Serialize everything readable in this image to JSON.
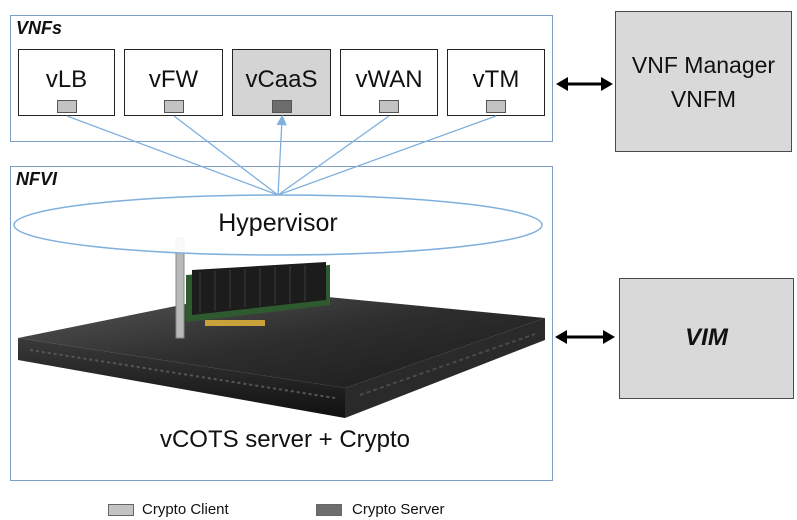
{
  "vnfs": {
    "title": "VNFs",
    "items": [
      {
        "label": "vLB",
        "chip": "Crypto Client"
      },
      {
        "label": "vFW",
        "chip": "Crypto Client"
      },
      {
        "label": "vCaaS",
        "chip": "Crypto Server"
      },
      {
        "label": "vWAN",
        "chip": "Crypto Client"
      },
      {
        "label": "vTM",
        "chip": "Crypto Client"
      }
    ]
  },
  "nfvi": {
    "title": "NFVI",
    "hypervisor": "Hypervisor",
    "server_caption": "vCOTS server + Crypto"
  },
  "vnfm": {
    "line1": "VNF Manager",
    "line2": "VNFM"
  },
  "vim": {
    "label": "VIM"
  },
  "legend": {
    "client": {
      "label": "Crypto Client",
      "color": "#c3c3c3"
    },
    "server": {
      "label": "Crypto Server",
      "color": "#6d6d6d"
    }
  },
  "colors": {
    "frame_border": "#7e9ec4",
    "connector": "#7fb0dc",
    "box_fill": "#d9d9d9"
  }
}
